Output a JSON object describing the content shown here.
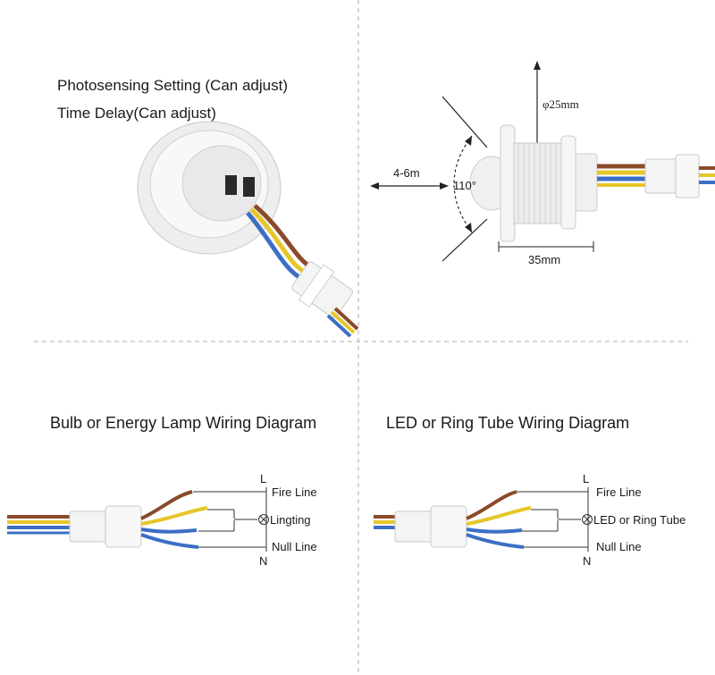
{
  "top_left": {
    "photosensing_label": "Photosensing Setting (Can adjust)",
    "time_delay_label": "Time Delay(Can adjust)"
  },
  "top_right": {
    "diameter_label": "φ25mm",
    "range_label": "4-6m",
    "angle_label": "110°",
    "length_label": "35mm"
  },
  "diagrams": [
    {
      "title": "Bulb or Energy Lamp Wiring Diagram",
      "top_terminal": "L",
      "bottom_terminal": "N",
      "line1_label": "Fire Line",
      "line2_label": "Lingting",
      "line3_label": "Null Line"
    },
    {
      "title": "LED or Ring Tube Wiring Diagram",
      "top_terminal": "L",
      "bottom_terminal": "N",
      "line1_label": "Fire Line",
      "line2_label": "LED or Ring Tube",
      "line3_label": "Null Line"
    }
  ],
  "colors": {
    "wire_brown": "#8b4a2a",
    "wire_yellow": "#e6c629",
    "wire_blue": "#3b6fc4",
    "divider": "#b0b0b0"
  }
}
